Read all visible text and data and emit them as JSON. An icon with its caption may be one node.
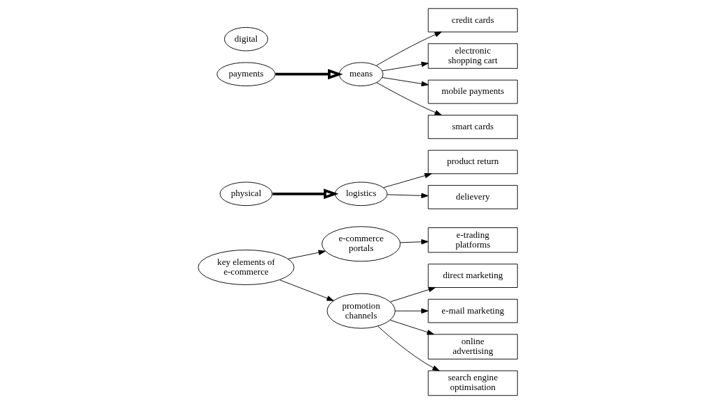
{
  "diagram": {
    "nodes": [
      {
        "text": [
          "key elements of e-commerce"
        ]
      },
      {
        "text": [
          "e-commerce portals"
        ]
      },
      {
        "text": [
          "promotion channels"
        ]
      },
      {
        "text": [
          "e-trading platforms"
        ]
      },
      {
        "text": [
          "direct marketing"
        ]
      },
      {
        "text": [
          "e-mail marketing"
        ]
      },
      {
        "text": [
          "online advertising"
        ]
      },
      {
        "text": [
          "search engine optimisation"
        ]
      },
      {
        "text": [
          "physical"
        ]
      },
      {
        "text": [
          "payments"
        ]
      },
      {
        "text": [
          "digital"
        ]
      },
      {
        "text": [
          "logistics"
        ]
      },
      {
        "text": [
          "means"
        ]
      },
      {
        "text": [
          "product return"
        ]
      },
      {
        "text": [
          "delievery"
        ]
      },
      {
        "text": [
          "credit cards"
        ]
      },
      {
        "text": [
          "electronic shopping cart"
        ]
      },
      {
        "text": [
          "mobile payments"
        ]
      },
      {
        "text": [
          "smart cards"
        ]
      }
    ],
    "edges": [
      {
        "from": 0,
        "to": 1,
        "arrow": "to"
      },
      {
        "from": 0,
        "to": 2,
        "arrow": "to"
      },
      {
        "from": 1,
        "to": 3,
        "arrow": "to"
      },
      {
        "from": 2,
        "to": 4,
        "arrow": "to"
      },
      {
        "from": 2,
        "to": 5,
        "arrow": "to"
      },
      {
        "from": 2,
        "to": 6,
        "arrow": "to"
      },
      {
        "from": 2,
        "to": 7,
        "arrow": "to"
      },
      {
        "from": 8,
        "to": 11,
        "arrow": "to",
        "style": "thick"
      },
      {
        "from": 9,
        "to": 12,
        "arrow": "to",
        "style": "thick"
      },
      {
        "from": 11,
        "to": 13,
        "arrow": "to"
      },
      {
        "from": 11,
        "to": 14,
        "arrow": "to"
      },
      {
        "from": 12,
        "to": 15,
        "arrow": "to"
      },
      {
        "from": 12,
        "to": 16,
        "arrow": "to"
      },
      {
        "from": 12,
        "to": 17,
        "arrow": "to"
      },
      {
        "from": 12,
        "to": 18,
        "arrow": "to"
      }
    ]
  }
}
